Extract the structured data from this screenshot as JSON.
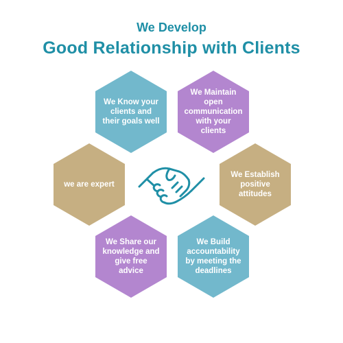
{
  "header": {
    "subtitle": "We Develop",
    "title": "Good Relationship with Clients"
  },
  "hexagons": [
    {
      "label": "We Know your clients and their goals well",
      "color": "#72b8cc"
    },
    {
      "label": "We Maintain open communication with your clients",
      "color": "#b386cf"
    },
    {
      "label": "We Establish positive attitudes",
      "color": "#c6af82"
    },
    {
      "label": "We Build accountability by meeting the deadlines",
      "color": "#72b8cc"
    },
    {
      "label": "We Share our knowledge and give free advice",
      "color": "#b386cf"
    },
    {
      "label": "we are expert",
      "color": "#c6af82"
    }
  ],
  "center_icon": "handshake-icon",
  "accent_color": "#1f8fa6"
}
